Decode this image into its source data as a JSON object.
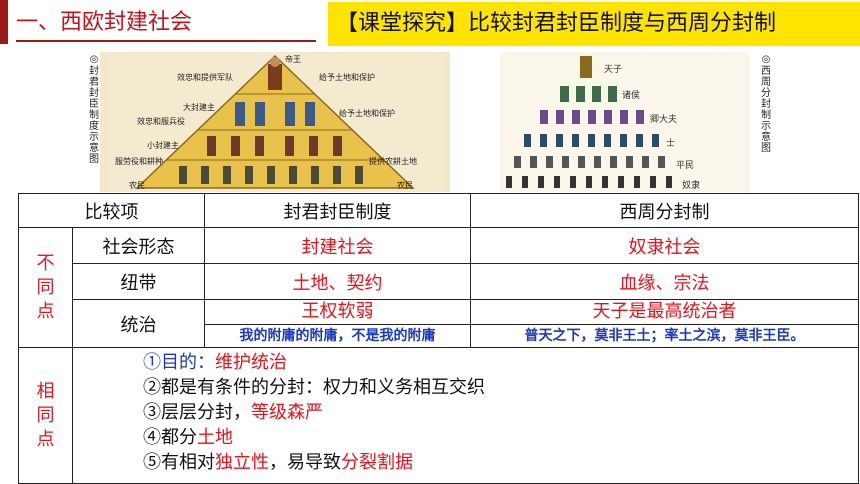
{
  "header": {
    "title": "一、西欧封建社会",
    "banner": "【课堂探究】比较封君封臣制度与西周分封制"
  },
  "figure_left": {
    "caption": "封君封臣制度示意图",
    "labels": {
      "top": "帝王",
      "loyal": "效忠和提供军队",
      "grant1": "给予土地和保护",
      "lord_big": "大封建主",
      "serve": "效忠和服兵役",
      "grant2": "给予土地和保护",
      "lord_small": "小封建主",
      "labor": "服劳役和耕种",
      "tribute": "提供农耕土地",
      "peasant_l": "农民",
      "peasant_r": "农民"
    }
  },
  "figure_right": {
    "caption": "西周分封制示意图",
    "labels": {
      "t1": "天子",
      "t2": "诸侯",
      "t3": "卿大夫",
      "t4": "士",
      "t5": "平民",
      "t6": "奴隶"
    }
  },
  "table": {
    "col_item": "比较项",
    "col_a": "封君封臣制度",
    "col_b": "西周分封制",
    "diff_label": "不同点",
    "rows": [
      {
        "item": "社会形态",
        "a": "封建社会",
        "b": "奴隶社会"
      },
      {
        "item": "纽带",
        "a": "土地、契约",
        "b": "血缘、宗法"
      },
      {
        "item": "统治",
        "a": "王权软弱",
        "a_note": "我的附庸的附庸，不是我的附庸",
        "b": "天子是最高统治者",
        "b_note": "普天之下，莫非王土；率土之滨，莫非王臣。"
      }
    ],
    "same_label": "相同点",
    "same": [
      {
        "pre": "①目的：",
        "hi": "维护统治",
        "post": ""
      },
      {
        "pre": "②都是有条件的分封：权力和义务相互交织",
        "hi": "",
        "post": ""
      },
      {
        "pre": "③层层分封，",
        "hi": "等级森严",
        "post": ""
      },
      {
        "pre": "④都分",
        "hi": "土地",
        "post": ""
      },
      {
        "pre": "⑤有相对",
        "hi": "独立性",
        "mid": "，易导致",
        "hi2": "分裂割据"
      }
    ]
  }
}
